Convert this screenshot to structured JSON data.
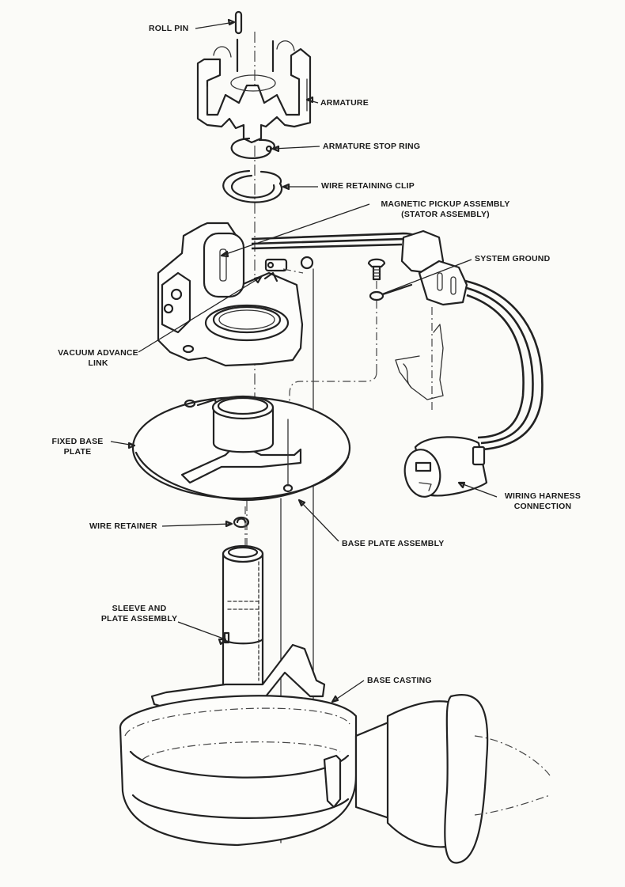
{
  "figure": {
    "type": "exploded-view technical illustration",
    "subject": "distributor assembly"
  },
  "labels": {
    "roll_pin": "ROLL PIN",
    "armature": "ARMATURE",
    "armature_stop_ring": "ARMATURE STOP RING",
    "wire_retaining_clip": "WIRE RETAINING CLIP",
    "magnetic_pickup_line1": "MAGNETIC PICKUP ASSEMBLY",
    "magnetic_pickup_line2": "(STATOR ASSEMBLY)",
    "system_ground": "SYSTEM GROUND",
    "vacuum_advance_line1": "VACUUM ADVANCE",
    "vacuum_advance_line2": "LINK",
    "fixed_base_plate_line1": "FIXED BASE",
    "fixed_base_plate_line2": "PLATE",
    "wiring_harness_line1": "WIRING HARNESS",
    "wiring_harness_line2": "CONNECTION",
    "wire_retainer": "WIRE RETAINER",
    "base_plate_assembly": "BASE PLATE ASSEMBLY",
    "sleeve_plate_line1": "SLEEVE AND",
    "sleeve_plate_line2": "PLATE ASSEMBLY",
    "base_casting": "BASE CASTING"
  },
  "colors": {
    "paper": "#fbfbf8",
    "ink": "#222222"
  }
}
